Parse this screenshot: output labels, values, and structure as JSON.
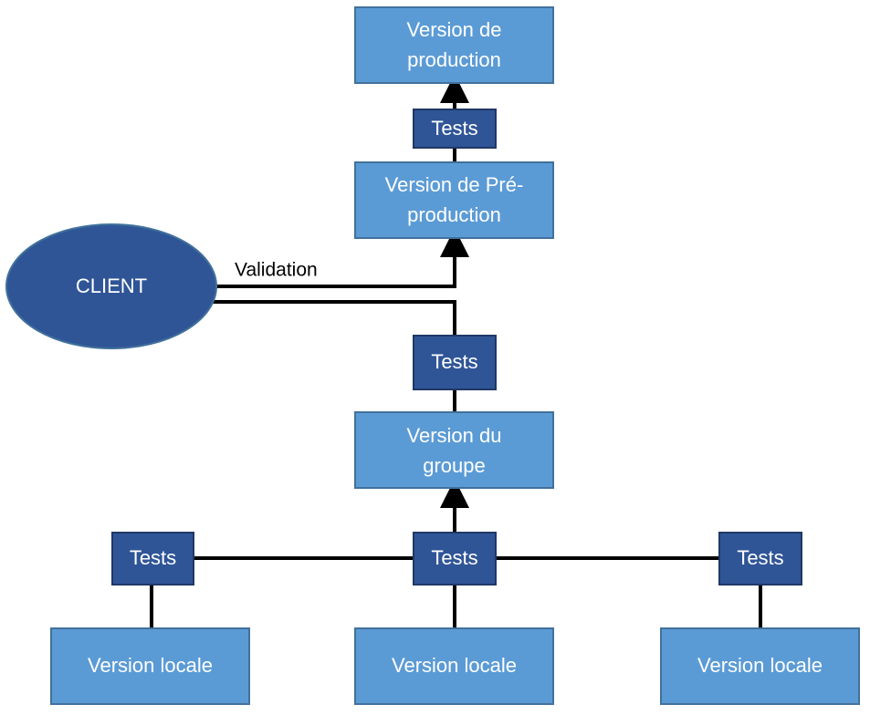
{
  "colors": {
    "version_box_fill": "#5b9bd5",
    "version_box_stroke": "#41719c",
    "tests_box_fill": "#2f5597",
    "tests_box_stroke": "#203864",
    "client_fill": "#2f5597",
    "client_stroke": "#41719c",
    "connector": "#000000",
    "text_light": "#ffffff",
    "text_dark": "#000000"
  },
  "nodes": {
    "production": {
      "line1": "Version de",
      "line2": "production"
    },
    "tests_top": {
      "label": "Tests"
    },
    "preproduction": {
      "line1": "Version de Pré-",
      "line2": "production"
    },
    "client": {
      "label": "CLIENT"
    },
    "validation": {
      "label": "Validation"
    },
    "tests_middle": {
      "label": "Tests"
    },
    "group": {
      "line1": "Version du",
      "line2": "groupe"
    },
    "tests_left": {
      "label": "Tests"
    },
    "tests_center": {
      "label": "Tests"
    },
    "tests_right": {
      "label": "Tests"
    },
    "local_left": {
      "label": "Version locale"
    },
    "local_center": {
      "label": "Version locale"
    },
    "local_right": {
      "label": "Version locale"
    }
  }
}
